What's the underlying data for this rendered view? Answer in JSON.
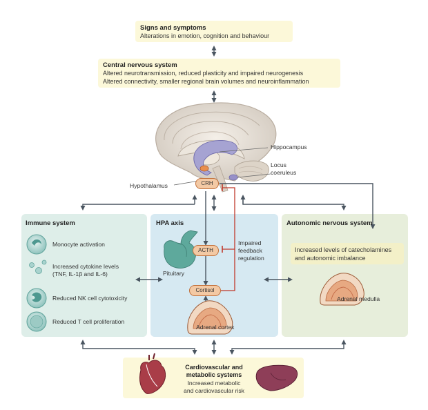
{
  "signs": {
    "title": "Signs and symptoms",
    "body": "Alterations in emotion, cognition and behaviour"
  },
  "cns": {
    "title": "Central nervous system",
    "line1": "Altered neurotransmission, reduced plasticity and impaired neurogenesis",
    "line2": "Altered connectivity, smaller regional brain volumes and neuroinflammation"
  },
  "brain": {
    "hippocampus": "Hippocampus",
    "locus_line1": "Locus",
    "locus_line2": "coeruleus",
    "hypothalamus": "Hypothalamus",
    "crh": "CRH"
  },
  "immune": {
    "title": "Immune system",
    "items": [
      {
        "label": "Monocyte activation"
      },
      {
        "label_line1": "Increased cytokine levels",
        "label_line2": "(TNF, IL-1β and IL-6)"
      },
      {
        "label": "Reduced NK cell cytotoxicity"
      },
      {
        "label": "Reduced T cell proliferation"
      }
    ]
  },
  "hpa": {
    "title": "HPA axis",
    "pituitary": "Pituitary",
    "acth": "ACTH",
    "cortisol": "Cortisol",
    "feedback_line1": "Impaired",
    "feedback_line2": "feedback",
    "feedback_line3": "regulation",
    "adrenal_cortex": "Adrenal cortex"
  },
  "autonomic": {
    "title": "Autonomic nervous system",
    "box_line1": "Increased levels of catecholamines",
    "box_line2": "and autonomic imbalance",
    "adrenal_medulla": "Adrenal medulla"
  },
  "cardio": {
    "title_line1": "Cardiovascular and",
    "title_line2": "metabolic systems",
    "body_line1": "Increased metabolic",
    "body_line2": "and cardiovascular risk"
  },
  "colors": {
    "immune_panel": "#deeee9",
    "hpa_panel": "#d6e9f2",
    "autonomic_panel": "#e7eedb",
    "yellow_box": "#fcf8d9",
    "pill": "#f3c9a4",
    "arrow": "#4a5560",
    "inhibit": "#c0392b"
  }
}
